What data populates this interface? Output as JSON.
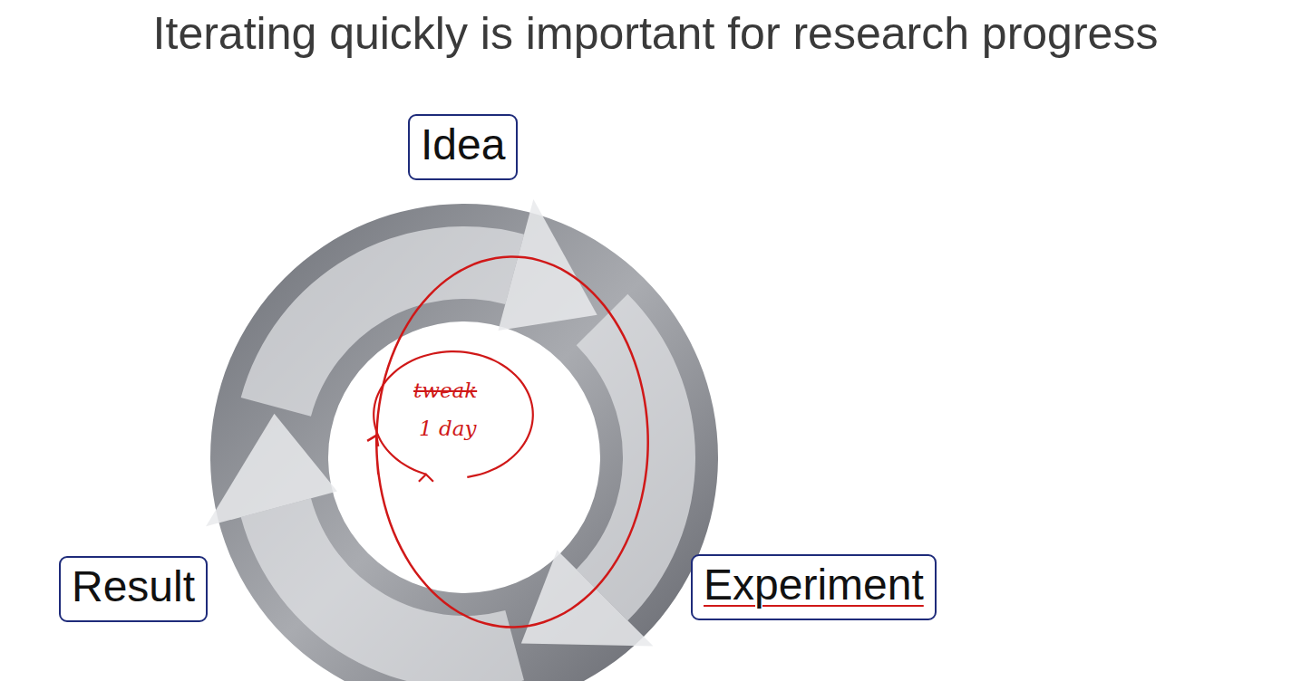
{
  "diagram": {
    "title": "Iterating quickly is important for research progress",
    "nodes": [
      {
        "text": [
          "Idea"
        ]
      },
      {
        "text": [
          "Result"
        ]
      },
      {
        "text": [
          "Experiment"
        ]
      }
    ],
    "labels": [
      "tweak",
      "1 day"
    ]
  }
}
